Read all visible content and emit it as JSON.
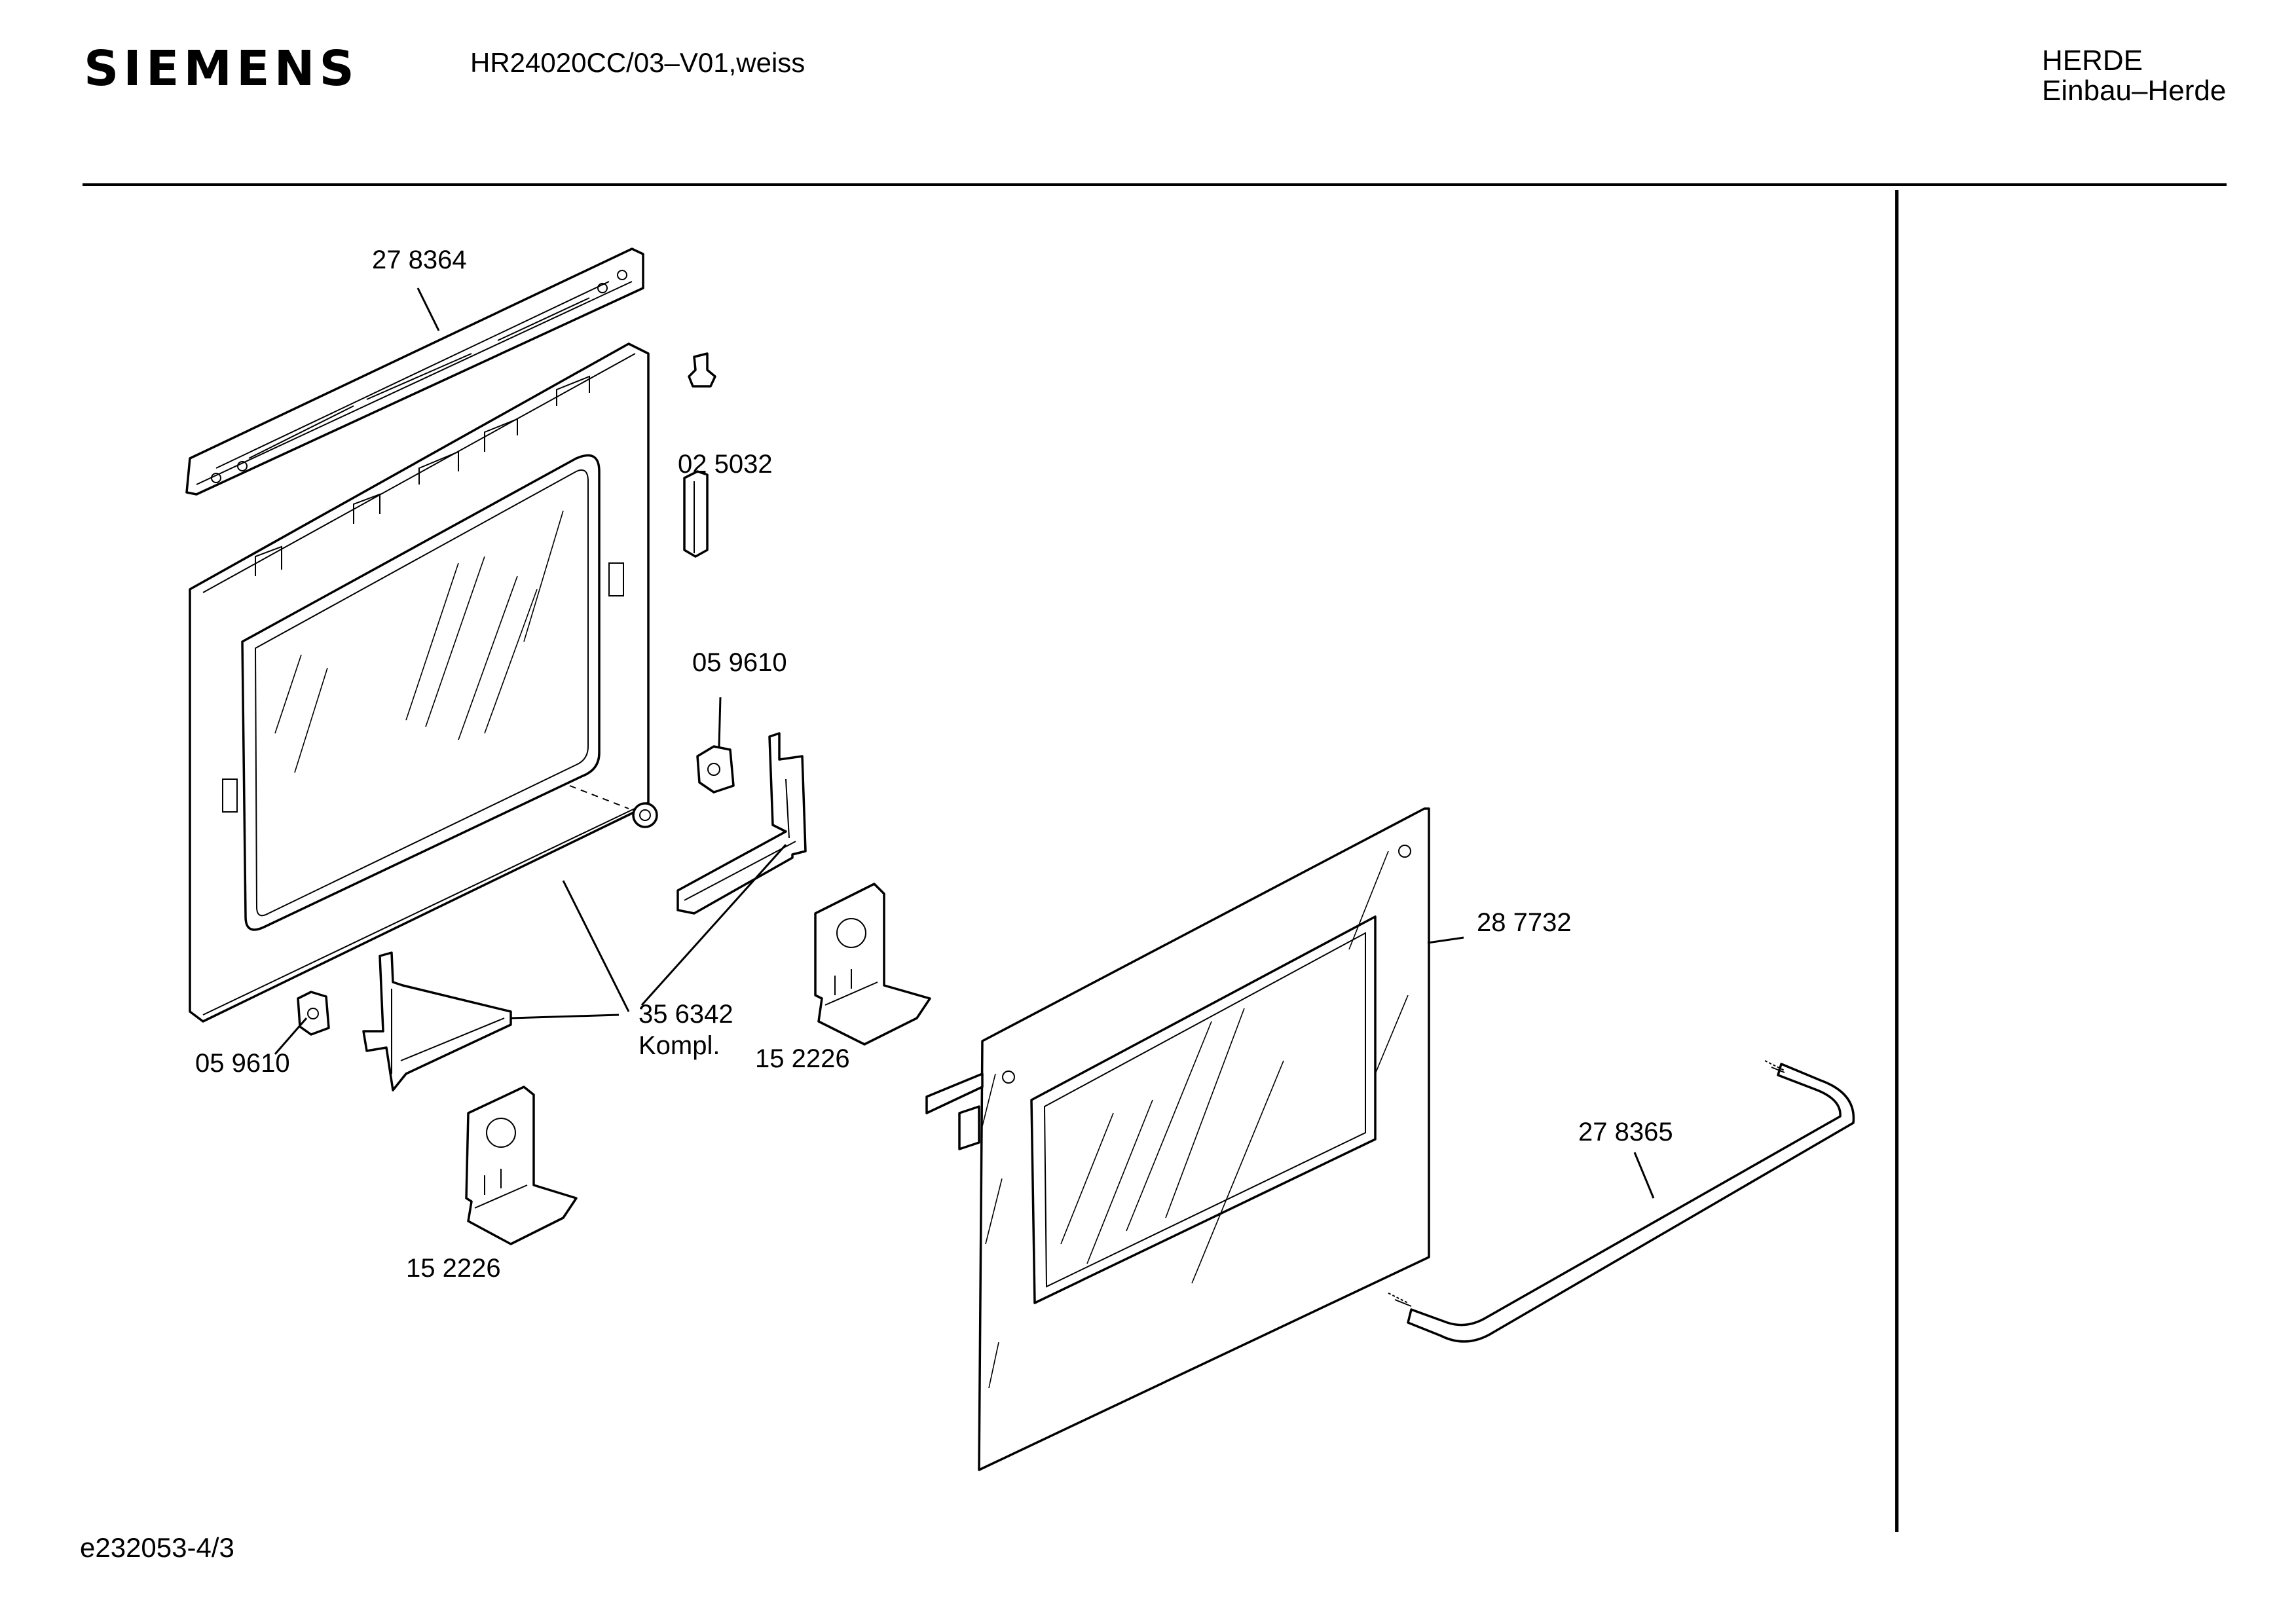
{
  "header": {
    "brand": "SIEMENS",
    "model": "HR24020CC/03–V01,weiss",
    "category_line1": "HERDE",
    "category_line2": "Einbau–Herde"
  },
  "footer": {
    "doc_id": "e232053-4/3"
  },
  "parts": [
    {
      "id": "p1",
      "label": "27 8364"
    },
    {
      "id": "p2",
      "label": "02 5032"
    },
    {
      "id": "p3",
      "label": "05 9610"
    },
    {
      "id": "p4",
      "label": "28 7732"
    },
    {
      "id": "p5",
      "label": "35 6342",
      "sub": "Kompl."
    },
    {
      "id": "p6",
      "label": "05 9610"
    },
    {
      "id": "p7",
      "label": "15 2226"
    },
    {
      "id": "p8",
      "label": "27 8365"
    },
    {
      "id": "p9",
      "label": "15 2226"
    }
  ]
}
